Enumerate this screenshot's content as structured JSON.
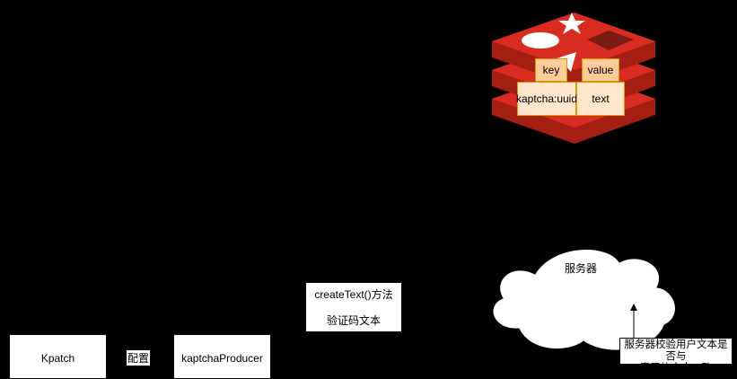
{
  "redis": {
    "key_header": "key",
    "value_header": "value",
    "key_cell": "kaptcha:uuid",
    "value_cell": "text"
  },
  "method_box": {
    "line1": "createText()方法",
    "line2": "验证码文本"
  },
  "server": {
    "label": "服务器"
  },
  "server_note": {
    "line1": "服务器校验用户文本是否与",
    "line2": "真正的文本一致"
  },
  "kpatch_box": {
    "label": "Kpatch"
  },
  "config_label": {
    "label": "配置"
  },
  "producer_box": {
    "label": "kaptchaProducer"
  },
  "colors": {
    "background": "#000000",
    "redis_top": "#d82c20",
    "redis_dark": "#a41e11",
    "header_fill": "#ffcc99",
    "cell_fill": "#ffe6cc",
    "cell_border": "#d79b00"
  }
}
